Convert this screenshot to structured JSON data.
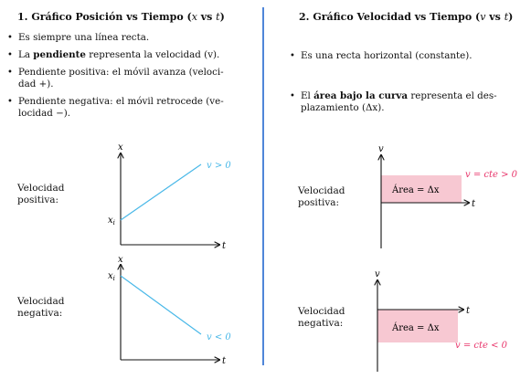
{
  "left": {
    "title_text": "1. Gráfico Posición vs Tiempo (",
    "title_x": "x",
    "title_vs": " vs ",
    "title_t": "t",
    "title_close": ")",
    "bullets": [
      "Es siempre una línea recta.",
      "La pendiente representa la velocidad (v).",
      "Pendiente positiva: el móvil avanza (veloci­dad +).",
      "Pendiente negativa: el móvil retrocede (ve­locidad −)."
    ],
    "bullet2_pre": "La ",
    "bullet2_bold": "pendiente",
    "bullet2_post": " representa la velocidad (v).",
    "bullet3_l1": "Pendiente positiva: el móvil avanza (veloci-",
    "bullet3_l2": "dad +).",
    "bullet4_l1": "Pendiente negativa: el móvil retrocede (ve-",
    "bullet4_l2": "locidad −).",
    "graph1_label_l1": "Velocidad",
    "graph1_label_l2": "positiva:",
    "graph2_label_l1": "Velocidad",
    "graph2_label_l2": "negativa:",
    "axis_x": "x",
    "axis_t": "t",
    "xi": "x",
    "xi_sub": "i",
    "g1_annot": "v > 0",
    "g2_annot": "v < 0"
  },
  "right": {
    "title_text": "2. Gráfico Velocidad vs Tiempo (",
    "title_v": "v",
    "title_vs": " vs ",
    "title_t": "t",
    "title_close": ")",
    "bullet1": "Es una recta horizontal (constante).",
    "bullet2_pre": "El ",
    "bullet2_bold": "área bajo la curva",
    "bullet2_post": " representa el des-",
    "bullet2_l2": "plazamiento (Δx).",
    "graph1_label_l1": "Velocidad",
    "graph1_label_l2": "positiva:",
    "graph2_label_l1": "Velocidad",
    "graph2_label_l2": "negativa:",
    "axis_v": "v",
    "axis_t": "t",
    "area_label": "Área = Δx",
    "g1_annot": "v = cte > 0",
    "g2_annot": "v = cte < 0"
  },
  "colors": {
    "divider": "#4f86d9",
    "line_cyan": "#49b8e8",
    "annot_pink": "#e8346a",
    "area_fill": "#f7c8d2"
  }
}
